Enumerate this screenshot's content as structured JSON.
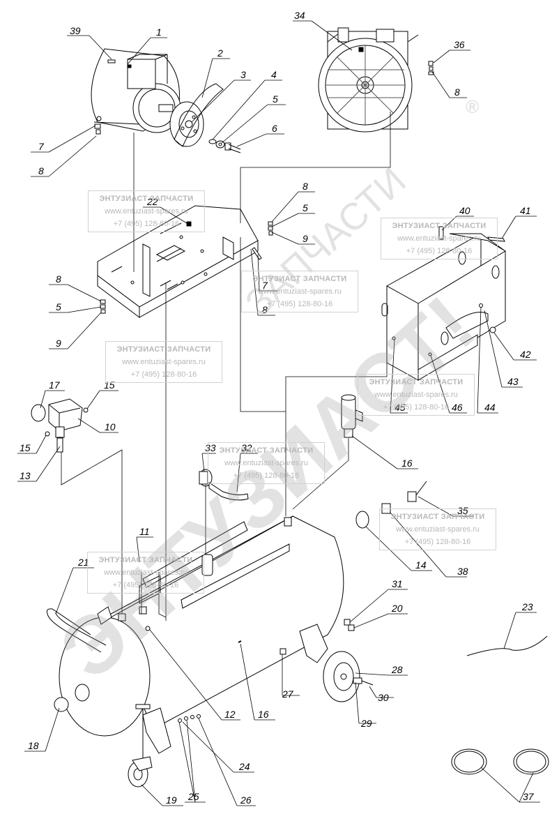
{
  "watermark": {
    "big_text": "ЭНТУЗИАСТ!",
    "big_sub": "ЗАПЧАСТИ",
    "registered": "®",
    "box_title": "ЭНТУЗИАСТ ЗАПЧАСТИ",
    "box_url": "www.entuziast-spares.ru",
    "box_phone": "+7 (495) 128-80-16"
  },
  "callouts": [
    {
      "id": "c39",
      "label": "39"
    },
    {
      "id": "c1",
      "label": "1"
    },
    {
      "id": "c2",
      "label": "2"
    },
    {
      "id": "c3",
      "label": "3"
    },
    {
      "id": "c4",
      "label": "4"
    },
    {
      "id": "c5a",
      "label": "5"
    },
    {
      "id": "c6",
      "label": "6"
    },
    {
      "id": "c7a",
      "label": "7"
    },
    {
      "id": "c8a",
      "label": "8"
    },
    {
      "id": "c34",
      "label": "34"
    },
    {
      "id": "c36",
      "label": "36"
    },
    {
      "id": "c8b",
      "label": "8"
    },
    {
      "id": "c22",
      "label": "22"
    },
    {
      "id": "c8c",
      "label": "8"
    },
    {
      "id": "c5b",
      "label": "5"
    },
    {
      "id": "c9a",
      "label": "9"
    },
    {
      "id": "c40",
      "label": "40"
    },
    {
      "id": "c41",
      "label": "41"
    },
    {
      "id": "c7b",
      "label": "7"
    },
    {
      "id": "c8d",
      "label": "8"
    },
    {
      "id": "c8e",
      "label": "8"
    },
    {
      "id": "c5c",
      "label": "5"
    },
    {
      "id": "c9b",
      "label": "9"
    },
    {
      "id": "c42",
      "label": "42"
    },
    {
      "id": "c43",
      "label": "43"
    },
    {
      "id": "c44",
      "label": "44"
    },
    {
      "id": "c45",
      "label": "45"
    },
    {
      "id": "c46",
      "label": "46"
    },
    {
      "id": "c17",
      "label": "17"
    },
    {
      "id": "c15a",
      "label": "15"
    },
    {
      "id": "c10",
      "label": "10"
    },
    {
      "id": "c15b",
      "label": "15"
    },
    {
      "id": "c13",
      "label": "13"
    },
    {
      "id": "c33",
      "label": "33"
    },
    {
      "id": "c32",
      "label": "32"
    },
    {
      "id": "c16a",
      "label": "16"
    },
    {
      "id": "c35",
      "label": "35"
    },
    {
      "id": "c14",
      "label": "14"
    },
    {
      "id": "c38",
      "label": "38"
    },
    {
      "id": "c11",
      "label": "11"
    },
    {
      "id": "c21",
      "label": "21"
    },
    {
      "id": "c31",
      "label": "31"
    },
    {
      "id": "c20",
      "label": "20"
    },
    {
      "id": "c23",
      "label": "23"
    },
    {
      "id": "c28",
      "label": "28"
    },
    {
      "id": "c27",
      "label": "27"
    },
    {
      "id": "c30",
      "label": "30"
    },
    {
      "id": "c29",
      "label": "29"
    },
    {
      "id": "c12",
      "label": "12"
    },
    {
      "id": "c16b",
      "label": "16"
    },
    {
      "id": "c18",
      "label": "18"
    },
    {
      "id": "c24",
      "label": "24"
    },
    {
      "id": "c19",
      "label": "19"
    },
    {
      "id": "c25",
      "label": "25"
    },
    {
      "id": "c26",
      "label": "26"
    },
    {
      "id": "c37",
      "label": "37"
    }
  ]
}
